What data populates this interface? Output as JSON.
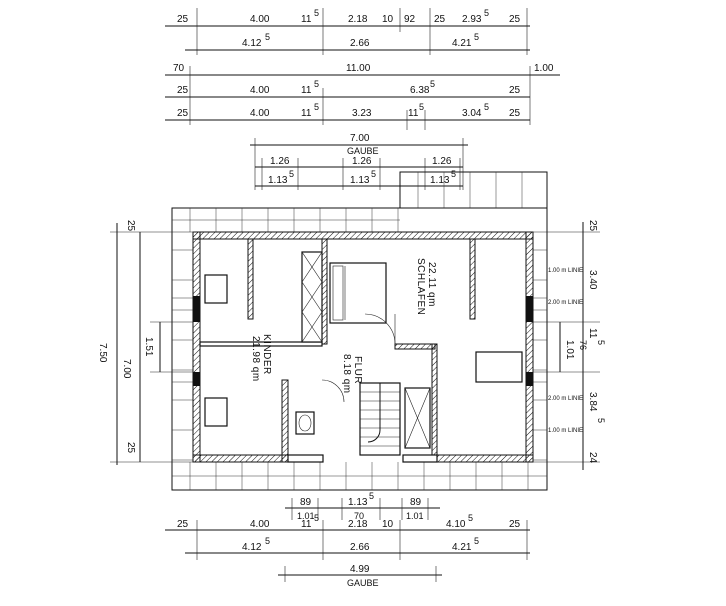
{
  "dimensions": {
    "top_row1": [
      "25",
      "4.00",
      "11",
      "5",
      "2.18",
      "10",
      "92",
      "25",
      "2.93",
      "5",
      "25"
    ],
    "top_row2": [
      "4.12",
      "5",
      "2.66",
      "4.21",
      "5"
    ],
    "top_row3": [
      "70",
      "11.00",
      "1.00"
    ],
    "top_row4": [
      "25",
      "4.00",
      "11",
      "5",
      "6.38",
      "5",
      "25"
    ],
    "top_row5": [
      "25",
      "4.00",
      "11",
      "5",
      "3.23",
      "11",
      "5",
      "3.04",
      "5",
      "25"
    ],
    "gaube_top": {
      "value": "7.00",
      "label": "GAUBE"
    },
    "window_top": [
      "1.26",
      "1.26",
      "1.26",
      "1.13",
      "5",
      "1.13",
      "5",
      "1.13",
      "5"
    ],
    "left": [
      "25",
      "7.50",
      "7.00",
      "1.51",
      "25"
    ],
    "right": [
      "25",
      "3.40",
      "11",
      "5",
      "1.01",
      "76",
      "3.84",
      "5",
      "24"
    ],
    "right_lines": [
      "1.00 m LINIE",
      "2.00 m LINIE",
      "2.00 m LINIE",
      "1.00 m LINIE"
    ],
    "bottom_windows": [
      "89",
      "1.01",
      "1.13",
      "5",
      "70",
      "89",
      "1.01"
    ],
    "bottom_row1": [
      "25",
      "4.00",
      "11",
      "5",
      "2.18",
      "10",
      "4.10",
      "5",
      "25"
    ],
    "bottom_row2": [
      "4.12",
      "5",
      "2.66",
      "4.21",
      "5"
    ],
    "gaube_bottom": {
      "value": "4.99",
      "label": "GAUBE"
    }
  },
  "rooms": {
    "schlafen": {
      "name": "SCHLAFEN",
      "area": "22.11 qm"
    },
    "kinder": {
      "name": "KINDER",
      "area": "21.98 qm"
    },
    "flur": {
      "name": "FLUR",
      "area": "8.18 qm"
    }
  }
}
